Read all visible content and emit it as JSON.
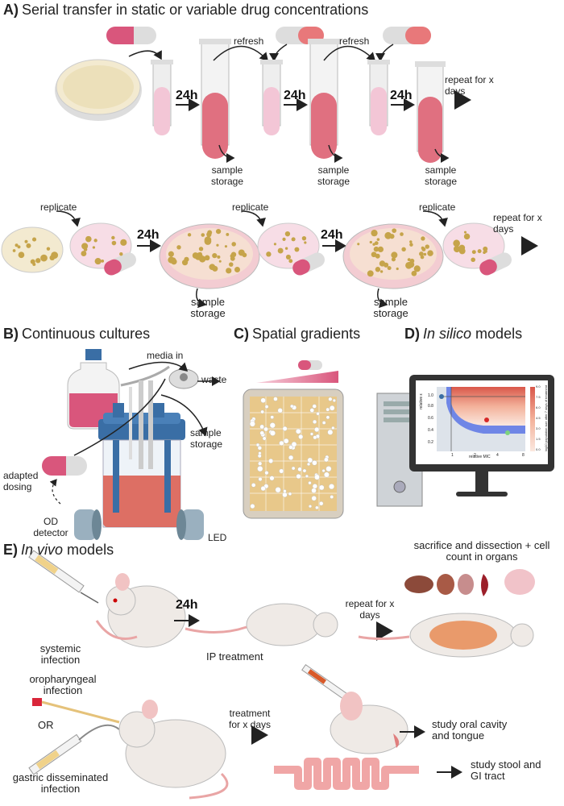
{
  "panel_a": {
    "letter": "A)",
    "title": "Serial transfer in static or variable drug concentrations",
    "row1": {
      "refresh_1": "refresh",
      "refresh_2": "refresh",
      "step_1": "24h",
      "step_2": "24h",
      "step_3": "24h",
      "repeat": "repeat for x days",
      "sample_1": "sample storage",
      "sample_2": "sample storage",
      "sample_3": "sample storage"
    },
    "row2": {
      "replicate_1": "replicate",
      "replicate_2": "replicate",
      "replicate_3": "replicate",
      "step_1": "24h",
      "step_2": "24h",
      "repeat": "repeat for x days",
      "sample_1": "sample storage",
      "sample_2": "sample storage"
    }
  },
  "panel_b": {
    "letter": "B)",
    "title": "Continuous cultures",
    "media_in": "media in",
    "waste": "waste",
    "sample_storage": "sample storage",
    "adapted_dosing": "adapted dosing",
    "od_detector": "OD detector",
    "led": "LED"
  },
  "panel_c": {
    "letter": "C)",
    "title": "Spatial gradients"
  },
  "panel_d": {
    "letter": "D)",
    "title_italic": "In silico",
    "title_rest": "models",
    "plot": {
      "ylabel": "relative ε",
      "xlabel": "relative MIC",
      "ytick_1": "1.0",
      "ytick_2": "0.8",
      "ytick_3": "0.6",
      "ytick_4": "0.4",
      "ytick_5": "0.2",
      "xtick_1": "1",
      "xtick_2": "2",
      "xtick_3": "4",
      "xtick_4": "8",
      "colorbar_label": "log10 population size after 7 days of treatment",
      "cb_1": "9.0",
      "cb_2": "7.5",
      "cb_3": "6.0",
      "cb_4": "4.5",
      "cb_5": "3.0",
      "cb_6": "1.5",
      "cb_7": "0.0"
    }
  },
  "panel_e": {
    "letter": "E)",
    "title_italic": "In vivo",
    "title_rest": "models",
    "sacrifice": "sacrifice and dissection + cell count in organs",
    "systemic": "systemic infection",
    "step_24h": "24h",
    "ip_treatment": "IP treatment",
    "repeat": "repeat for x days",
    "oropharyngeal": "oropharyngeal infection",
    "or": "OR",
    "gastric": "gastric disseminated infection",
    "treatment": "treatment for x days",
    "study_oral": "study oral cavity and tongue",
    "study_stool": "study stool and GI tract"
  },
  "colors": {
    "tube_fill": "#e07080",
    "tube_light": "#f3c6d6",
    "capsule_pink": "#d9567c",
    "agar": "#f2e6c4",
    "colony": "#c6a44a",
    "bioreactor_blue": "#3a6ea5",
    "mouse": "#efeae6"
  }
}
